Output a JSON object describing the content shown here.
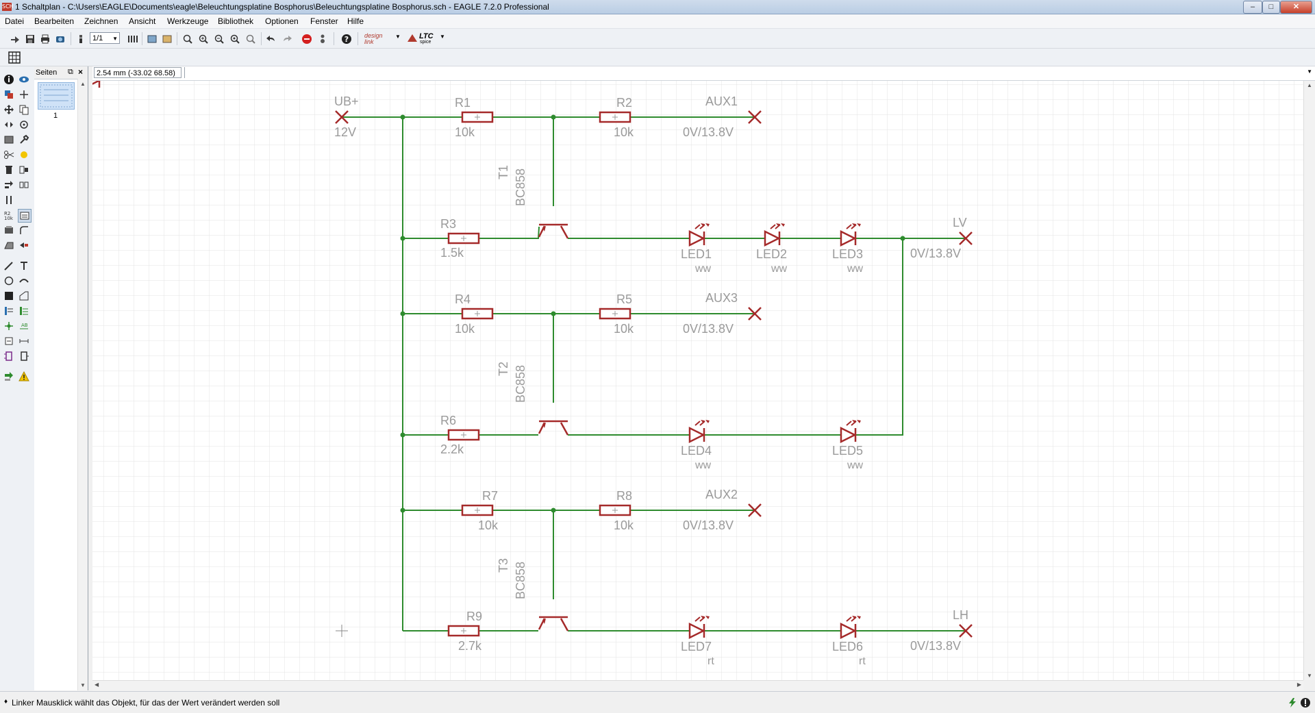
{
  "window": {
    "app_icon": "SCH",
    "title": "1 Schaltplan - C:\\Users\\EAGLE\\Documents\\eagle\\Beleuchtungsplatine Bosphorus\\Beleuchtungsplatine Bosphorus.sch - EAGLE 7.2.0 Professional"
  },
  "menu": [
    "Datei",
    "Bearbeiten",
    "Zeichnen",
    "Ansicht",
    "Werkzeuge",
    "Bibliothek",
    "Optionen",
    "Fenster",
    "Hilfe"
  ],
  "toolbar": {
    "sheet_select": "1/1",
    "design_link_label": "design link",
    "ltc_label": "LTC",
    "ltc_sub": "spice"
  },
  "sheets_panel": {
    "title": "Seiten",
    "sheet_number": "1"
  },
  "coords": "2.54 mm (-33.02 68.58)",
  "status": "Linker Mausklick wählt das Objekt, für das der Wert verändert werden soll",
  "colors": {
    "wire": "#2e8b2e",
    "symbol": "#a52a2a",
    "text": "#9a9a9a",
    "grid": "#e2e2e2"
  },
  "schematic": {
    "supply": {
      "name": "UB+",
      "value": "12V"
    },
    "resistors": [
      {
        "name": "R1",
        "value": "10k"
      },
      {
        "name": "R2",
        "value": "10k"
      },
      {
        "name": "R3",
        "value": "1.5k"
      },
      {
        "name": "R4",
        "value": "10k"
      },
      {
        "name": "R5",
        "value": "10k"
      },
      {
        "name": "R6",
        "value": "2.2k"
      },
      {
        "name": "R7",
        "value": "10k"
      },
      {
        "name": "R8",
        "value": "10k"
      },
      {
        "name": "R9",
        "value": "2.7k"
      }
    ],
    "transistors": [
      {
        "name": "T1",
        "value": "BC858"
      },
      {
        "name": "T2",
        "value": "BC858"
      },
      {
        "name": "T3",
        "value": "BC858"
      }
    ],
    "leds": [
      {
        "name": "LED1",
        "value": "ww"
      },
      {
        "name": "LED2",
        "value": "ww"
      },
      {
        "name": "LED3",
        "value": "ww"
      },
      {
        "name": "LED4",
        "value": "ww"
      },
      {
        "name": "LED5",
        "value": "ww"
      },
      {
        "name": "LED7",
        "value": "rt"
      },
      {
        "name": "LED6",
        "value": "rt"
      }
    ],
    "connectors": [
      {
        "name": "AUX1",
        "value": "0V/13.8V"
      },
      {
        "name": "LV",
        "value": "0V/13.8V"
      },
      {
        "name": "AUX3",
        "value": "0V/13.8V"
      },
      {
        "name": "AUX2",
        "value": "0V/13.8V"
      },
      {
        "name": "LH",
        "value": "0V/13.8V"
      }
    ]
  }
}
